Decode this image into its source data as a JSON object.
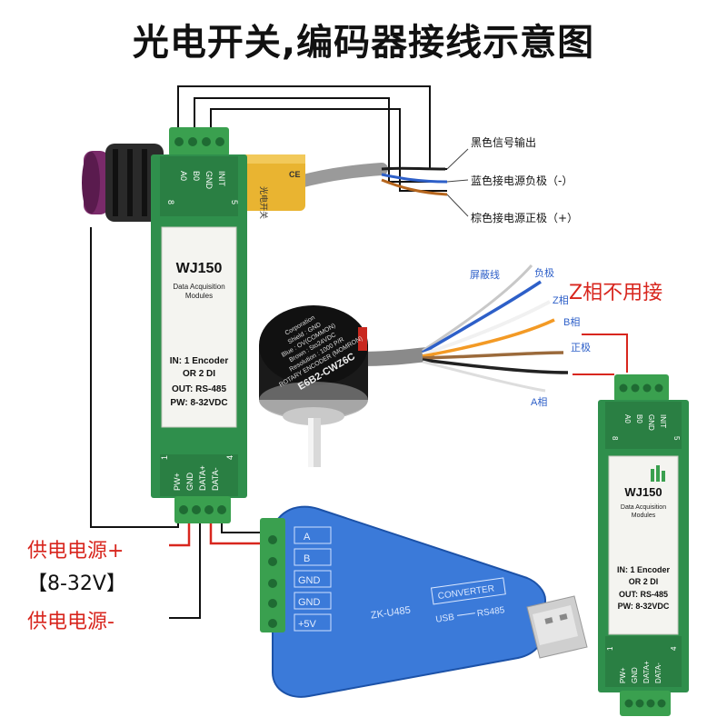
{
  "title": "光电开关,编码器接线示意图",
  "photo_switch": {
    "body_text": "光电开关",
    "ce_mark": "CE",
    "wires": {
      "black": "黑色信号输出",
      "blue": "蓝色接电源负极（-）",
      "brown": "棕色接电源正极（+）"
    }
  },
  "module_left": {
    "top_pins": [
      "A0",
      "B0",
      "GND",
      "INIT"
    ],
    "top_nums": [
      "8",
      "5"
    ],
    "name": "WJ150",
    "subtitle1": "Data Acquisition",
    "subtitle2": "Modules",
    "spec1": "IN: 1 Encoder",
    "spec2": "OR 2 DI",
    "spec3": "OUT: RS-485",
    "spec4": "PW: 8-32VDC",
    "bottom_pins": [
      "PW+",
      "GND",
      "DATA+",
      "DATA-"
    ],
    "bottom_nums": [
      "1",
      "4"
    ]
  },
  "module_right": {
    "top_pins": [
      "A0",
      "B0",
      "GND",
      "INIT"
    ],
    "top_nums": [
      "8",
      "5"
    ],
    "name": "WJ150",
    "subtitle1": "Data Acquisition",
    "subtitle2": "Modules",
    "spec1": "IN: 1 Encoder",
    "spec2": "OR 2 DI",
    "spec3": "OUT: RS-485",
    "spec4": "PW: 8-32VDC",
    "bottom_pins": [
      "PW+",
      "GND",
      "DATA+",
      "DATA-"
    ],
    "bottom_nums": [
      "1",
      "4"
    ]
  },
  "encoder": {
    "model": "E6B2-CWZ6C",
    "label_line1": "ROTARY ENCODER (MOMRON)",
    "label_line2": "Resolution : 1000 P/R",
    "label_line3": "Brown : 5to24VDC",
    "label_line4": "Blue : OV(COMMON)",
    "label_line5": "Shield : GND",
    "label_line6": "Corporation",
    "wires": {
      "shield": "屏蔽线",
      "negative": "负极",
      "z": "Z相",
      "b": "B相",
      "positive": "正极",
      "a": "A相"
    },
    "z_note": "Z相不用接"
  },
  "power": {
    "plus": "供电电源+",
    "range": "【8-32V】",
    "minus": "供电电源-"
  },
  "usb_converter": {
    "pins": [
      "A",
      "B",
      "GND",
      "GND",
      "+5V"
    ],
    "model": "ZK-U485",
    "converter": "CONVERTER",
    "usb_label": "USB",
    "rs485": "RS485"
  },
  "colors": {
    "module_green": "#2f8f4c",
    "terminal_green": "#3aa04f",
    "label_red": "#d8261e",
    "usb_blue": "#2a6fd6"
  }
}
